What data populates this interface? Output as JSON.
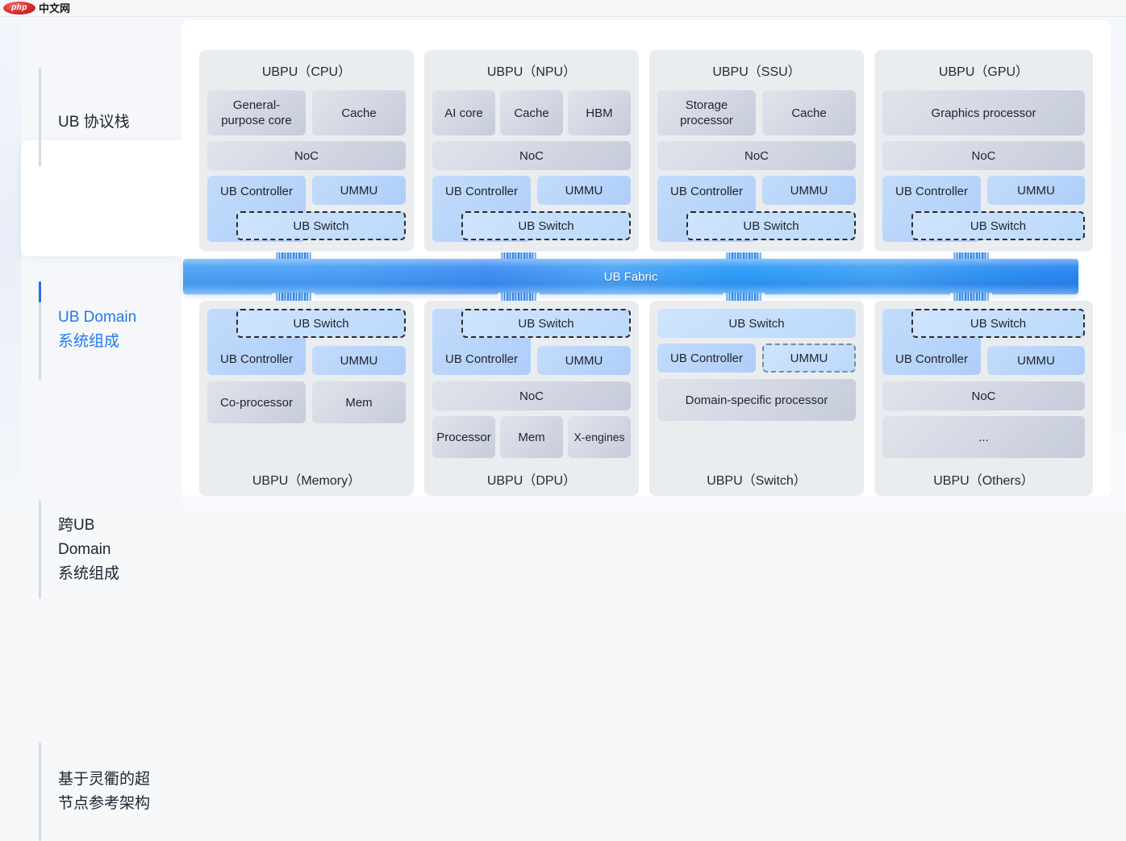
{
  "brand": {
    "badge": "php",
    "name": "中文网"
  },
  "sidebar": {
    "items": [
      {
        "label": "UB 协议栈",
        "active": false
      },
      {
        "label": "UB Domain\n系统组成",
        "active": true
      },
      {
        "label": "跨UB\nDomain\n系统组成",
        "active": false
      },
      {
        "label": "基于灵衢的超\n节点参考架构",
        "active": false
      }
    ],
    "accent_color": "#2277ee"
  },
  "diagram": {
    "fabric": {
      "label": "UB Fabric",
      "color": "#3f9bf5"
    },
    "top_units": [
      {
        "title": "UBPU（CPU）",
        "compute": [
          {
            "label": "General-\npurpose core"
          },
          {
            "label": "Cache"
          }
        ],
        "noc": "NoC",
        "controller": "UB Controller",
        "ummu": "UMMU",
        "ummu_dashed": false,
        "switch": "UB Switch",
        "switch_dashed": true
      },
      {
        "title": "UBPU（NPU）",
        "compute": [
          {
            "label": "AI core"
          },
          {
            "label": "Cache"
          },
          {
            "label": "HBM"
          }
        ],
        "noc": "NoC",
        "controller": "UB Controller",
        "ummu": "UMMU",
        "ummu_dashed": false,
        "switch": "UB Switch",
        "switch_dashed": true
      },
      {
        "title": "UBPU（SSU）",
        "compute": [
          {
            "label": "Storage\nprocessor"
          },
          {
            "label": "Cache"
          }
        ],
        "noc": "NoC",
        "controller": "UB Controller",
        "ummu": "UMMU",
        "ummu_dashed": false,
        "switch": "UB Switch",
        "switch_dashed": true
      },
      {
        "title": "UBPU（GPU）",
        "compute": [
          {
            "label": "Graphics processor"
          }
        ],
        "noc": "NoC",
        "controller": "UB Controller",
        "ummu": "UMMU",
        "ummu_dashed": false,
        "switch": "UB Switch",
        "switch_dashed": true
      }
    ],
    "bottom_units": [
      {
        "title": "UBPU（Memory）",
        "switch": "UB Switch",
        "switch_dashed": true,
        "controller": "UB Controller",
        "ummu": "UMMU",
        "ummu_dashed": false,
        "noc": null,
        "compute": [
          {
            "label": "Co-processor"
          },
          {
            "label": "Mem"
          }
        ]
      },
      {
        "title": "UBPU（DPU）",
        "switch": "UB Switch",
        "switch_dashed": true,
        "controller": "UB Controller",
        "ummu": "UMMU",
        "ummu_dashed": false,
        "noc": "NoC",
        "compute": [
          {
            "label": "Processor"
          },
          {
            "label": "Mem"
          },
          {
            "label": "X-engines"
          }
        ]
      },
      {
        "title": "UBPU（Switch）",
        "switch": "UB Switch",
        "switch_dashed": false,
        "controller": "UB Controller",
        "ummu": "UMMU",
        "ummu_dashed": true,
        "noc": null,
        "compute": [
          {
            "label": "Domain-specific processor"
          }
        ]
      },
      {
        "title": "UBPU（Others）",
        "switch": "UB Switch",
        "switch_dashed": true,
        "controller": "UB Controller",
        "ummu": "UMMU",
        "ummu_dashed": false,
        "noc": "NoC",
        "compute": [
          {
            "label": "..."
          }
        ]
      }
    ]
  }
}
